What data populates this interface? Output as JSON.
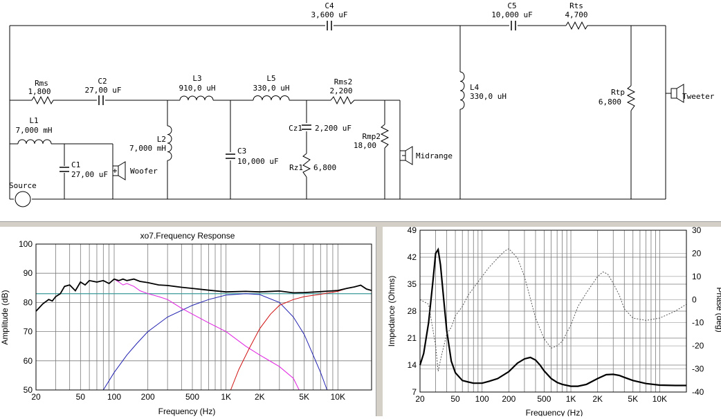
{
  "schematic": {
    "components": {
      "C4": {
        "name": "C4",
        "value": "3,600 uF"
      },
      "C5": {
        "name": "C5",
        "value": "10,000 uF"
      },
      "Rts": {
        "name": "Rts",
        "value": "4,700"
      },
      "Rms": {
        "name": "Rms",
        "value": "1,800"
      },
      "C2": {
        "name": "C2",
        "value": "27,00 uF"
      },
      "L3": {
        "name": "L3",
        "value": "910,0 uH"
      },
      "L5": {
        "name": "L5",
        "value": "330,0 uH"
      },
      "Rms2": {
        "name": "Rms2",
        "value": "2,200"
      },
      "L4": {
        "name": "L4",
        "value": "330,0 uH"
      },
      "Rtp": {
        "name": "Rtp",
        "value": "6,800"
      },
      "L1": {
        "name": "L1",
        "value": "7,000 mH"
      },
      "L2": {
        "name": "L2",
        "value": "7,000 mH"
      },
      "C3": {
        "name": "C3",
        "value": "10,000 uF"
      },
      "Cz1": {
        "name": "Cz1",
        "value": "2,200 uF"
      },
      "Rz1": {
        "name": "Rz1",
        "value": "6,800"
      },
      "Rmp2": {
        "name": "Rmp2",
        "value": "18,00"
      },
      "C1": {
        "name": "C1",
        "value": "27,00 uF"
      }
    },
    "labels": {
      "source": "Source",
      "woofer": "Woofer",
      "midrange": "Midrange",
      "tweeter": "Tweeter"
    }
  },
  "chart_data": [
    {
      "type": "line",
      "title": "xo7.Frequency Response",
      "xlabel": "Frequency (Hz)",
      "ylabel": "Amplitude (dB)",
      "xscale": "log",
      "xlim": [
        20,
        20000
      ],
      "ylim": [
        50,
        100
      ],
      "grid": true,
      "xticks": [
        "20",
        "50",
        "100",
        "200",
        "500",
        "1K",
        "2K",
        "5K",
        "10K"
      ],
      "yticks": [
        "50",
        "60",
        "70",
        "80",
        "90",
        "100"
      ],
      "colors": {
        "total": "#000000",
        "woofer": "#e020e0",
        "midrange": "#2020b0",
        "tweeter": "#d01010",
        "reference": "#3a9a9a"
      },
      "reference_line_db": 83,
      "series": [
        {
          "key": "total",
          "x": [
            20,
            23,
            26,
            28,
            30,
            33,
            36,
            40,
            45,
            50,
            55,
            60,
            70,
            80,
            90,
            100,
            110,
            120,
            130,
            150,
            170,
            200,
            250,
            300,
            400,
            500,
            700,
            1000,
            1500,
            2000,
            3000,
            4000,
            5000,
            7000,
            10000,
            12000,
            14000,
            16000,
            18000,
            20000
          ],
          "y": [
            77,
            79.5,
            81,
            80.5,
            82,
            83,
            85.5,
            86,
            84,
            87,
            86,
            87.5,
            87,
            87.5,
            86.5,
            88,
            87.5,
            88,
            87.5,
            88,
            87.2,
            86.8,
            86,
            85.8,
            85.2,
            84.8,
            84.2,
            83.6,
            83.8,
            83.6,
            83.9,
            83.3,
            83.4,
            83.7,
            84.1,
            84.8,
            85.3,
            85.9,
            84.6,
            84.1
          ]
        },
        {
          "key": "woofer",
          "x": [
            20,
            23,
            26,
            28,
            30,
            33,
            36,
            40,
            45,
            50,
            55,
            60,
            70,
            80,
            90,
            100,
            110,
            120,
            130,
            150,
            170,
            200,
            250,
            300,
            400,
            500,
            700,
            1000,
            1500,
            2000,
            3000,
            4000,
            4500
          ],
          "y": [
            77,
            79.5,
            81,
            80.5,
            82,
            83,
            85.5,
            86,
            84,
            87,
            86,
            87.5,
            87,
            87.5,
            86.5,
            88,
            87,
            86,
            86.5,
            85.5,
            84,
            83,
            82,
            81,
            78,
            76,
            73,
            70,
            65,
            62,
            58,
            54,
            50
          ]
        },
        {
          "key": "midrange",
          "x": [
            80,
            100,
            130,
            160,
            200,
            300,
            500,
            700,
            1000,
            1500,
            2000,
            3000,
            4000,
            5000,
            6000,
            7000,
            8000
          ],
          "y": [
            50,
            56,
            62,
            66,
            70,
            75,
            79,
            81,
            82.5,
            83,
            82.7,
            80,
            75,
            69,
            62,
            56,
            50
          ]
        },
        {
          "key": "tweeter",
          "x": [
            1100,
            1300,
            1600,
            2000,
            2500,
            3000,
            4000,
            5000,
            7000,
            10000,
            12000,
            14000,
            16000,
            18000,
            20000
          ],
          "y": [
            50,
            57,
            64,
            71,
            76,
            79,
            81,
            82,
            82.8,
            83.8,
            84.8,
            85.3,
            85.9,
            84.6,
            84.1
          ]
        }
      ]
    },
    {
      "type": "line",
      "xlabel": "Frequency (Hz)",
      "ylabel": "Impedance (Ohms)",
      "y2label": "Phase (deg)",
      "xscale": "log",
      "xlim": [
        20,
        20000
      ],
      "ylim": [
        7,
        49
      ],
      "y2lim": [
        -40,
        30
      ],
      "grid": true,
      "xticks": [
        "20",
        "50",
        "100",
        "200",
        "500",
        "1K",
        "2K",
        "5K",
        "10K"
      ],
      "yticks": [
        "7",
        "14",
        "21",
        "28",
        "35",
        "42",
        "49"
      ],
      "y2ticks": [
        "-40",
        "-30",
        "-20",
        "-10",
        "0",
        "10",
        "20",
        "30"
      ],
      "series": [
        {
          "key": "impedance",
          "axis": "left",
          "x": [
            20,
            22,
            25,
            28,
            30,
            32,
            34,
            37,
            40,
            45,
            50,
            60,
            70,
            80,
            100,
            120,
            150,
            200,
            250,
            300,
            350,
            400,
            450,
            500,
            600,
            700,
            800,
            1000,
            1200,
            1500,
            2000,
            2500,
            3000,
            3500,
            4000,
            5000,
            7000,
            10000,
            15000,
            20000
          ],
          "y": [
            14,
            17,
            25,
            36,
            43,
            44,
            40,
            31,
            23,
            15,
            12,
            10,
            9.6,
            9.3,
            9.3,
            9.8,
            10.5,
            12.3,
            14.5,
            15.6,
            16,
            15.3,
            14,
            12.5,
            10.5,
            9.5,
            9,
            8.5,
            8.5,
            9,
            10.5,
            11.5,
            11.6,
            11.3,
            10.8,
            10,
            9.2,
            8.8,
            8.7,
            8.7
          ]
        },
        {
          "key": "phase",
          "axis": "right",
          "x": [
            20,
            25,
            30,
            32,
            35,
            40,
            45,
            50,
            60,
            70,
            80,
            100,
            120,
            150,
            180,
            200,
            250,
            300,
            400,
            500,
            600,
            700,
            800,
            1000,
            1200,
            1500,
            2000,
            2300,
            2600,
            3000,
            3500,
            4000,
            5000,
            7000,
            10000,
            15000,
            20000
          ],
          "y": [
            0,
            -2,
            -20,
            -31,
            -24,
            -15,
            -12,
            -7,
            -3,
            2,
            5,
            10,
            14,
            18,
            21,
            22,
            18,
            10,
            -8,
            -17,
            -21,
            -20,
            -18,
            -11,
            -3,
            3,
            10,
            12,
            11,
            7,
            2,
            -4,
            -8,
            -9,
            -8,
            -5,
            -2
          ]
        }
      ]
    }
  ]
}
